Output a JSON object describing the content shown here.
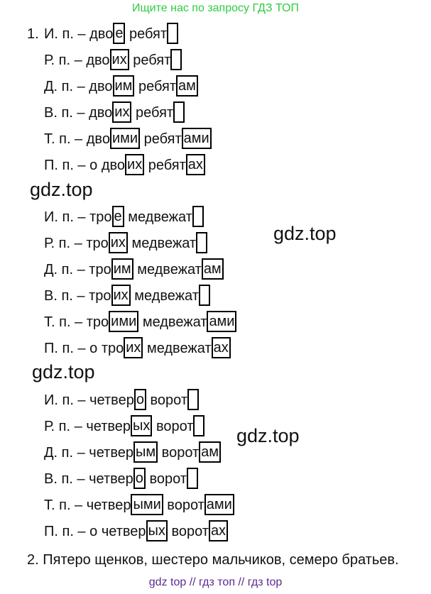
{
  "header": "Ищите нас по запросу ГДЗ ТОП",
  "exercise1_number": "1.",
  "groups": [
    {
      "rows": [
        {
          "case": "И. п. –",
          "prefix": "",
          "w1": "дво",
          "e1": "е",
          "w2": "ребят",
          "e2": ""
        },
        {
          "case": "Р. п. –",
          "prefix": "",
          "w1": "дво",
          "e1": "их",
          "w2": "ребят",
          "e2": ""
        },
        {
          "case": "Д. п. –",
          "prefix": "",
          "w1": "дво",
          "e1": "им",
          "w2": "ребят",
          "e2": "ам"
        },
        {
          "case": "В. п. –",
          "prefix": "",
          "w1": "дво",
          "e1": "их",
          "w2": "ребят",
          "e2": ""
        },
        {
          "case": "Т. п. –",
          "prefix": "",
          "w1": "дво",
          "e1": "ими",
          "w2": "ребят",
          "e2": "ами"
        },
        {
          "case": "П. п. –",
          "prefix": "о",
          "w1": "дво",
          "e1": "их",
          "w2": "ребят",
          "e2": "ах"
        }
      ]
    },
    {
      "rows": [
        {
          "case": "И. п. –",
          "prefix": "",
          "w1": "тро",
          "e1": "е",
          "w2": "медвежат",
          "e2": ""
        },
        {
          "case": "Р. п. –",
          "prefix": "",
          "w1": "тро",
          "e1": "их",
          "w2": "медвежат",
          "e2": ""
        },
        {
          "case": "Д. п. –",
          "prefix": "",
          "w1": "тро",
          "e1": "им",
          "w2": "медвежат",
          "e2": "ам"
        },
        {
          "case": "В. п. –",
          "prefix": "",
          "w1": "тро",
          "e1": "их",
          "w2": "медвежат",
          "e2": ""
        },
        {
          "case": "Т. п. –",
          "prefix": "",
          "w1": "тро",
          "e1": "ими",
          "w2": "медвежат",
          "e2": "ами"
        },
        {
          "case": "П. п. –",
          "prefix": "о",
          "w1": "тро",
          "e1": "их",
          "w2": "медвежат",
          "e2": "ах"
        }
      ]
    },
    {
      "rows": [
        {
          "case": "И. п. –",
          "prefix": "",
          "w1": "четвер",
          "e1": "о",
          "w2": "ворот",
          "e2": ""
        },
        {
          "case": "Р. п. –",
          "prefix": "",
          "w1": "четвер",
          "e1": "ых",
          "w2": "ворот",
          "e2": ""
        },
        {
          "case": "Д. п. –",
          "prefix": "",
          "w1": "четвер",
          "e1": "ым",
          "w2": "ворот",
          "e2": "ам"
        },
        {
          "case": "В. п. –",
          "prefix": "",
          "w1": "четвер",
          "e1": "о",
          "w2": "ворот",
          "e2": ""
        },
        {
          "case": "Т. п. –",
          "prefix": "",
          "w1": "четвер",
          "e1": "ыми",
          "w2": "ворот",
          "e2": "ами"
        },
        {
          "case": "П. п. –",
          "prefix": "о",
          "w1": "четвер",
          "e1": "ых",
          "w2": "ворот",
          "e2": "ах"
        }
      ]
    }
  ],
  "exercise2": "2. Пятеро щенков, шестеро мальчиков, семеро братьев.",
  "watermarks": [
    "gdz.top",
    "gdz.top",
    "gdz.top",
    "gdz.top"
  ],
  "footer": "gdz top  //  гдз топ  //  гдз top"
}
